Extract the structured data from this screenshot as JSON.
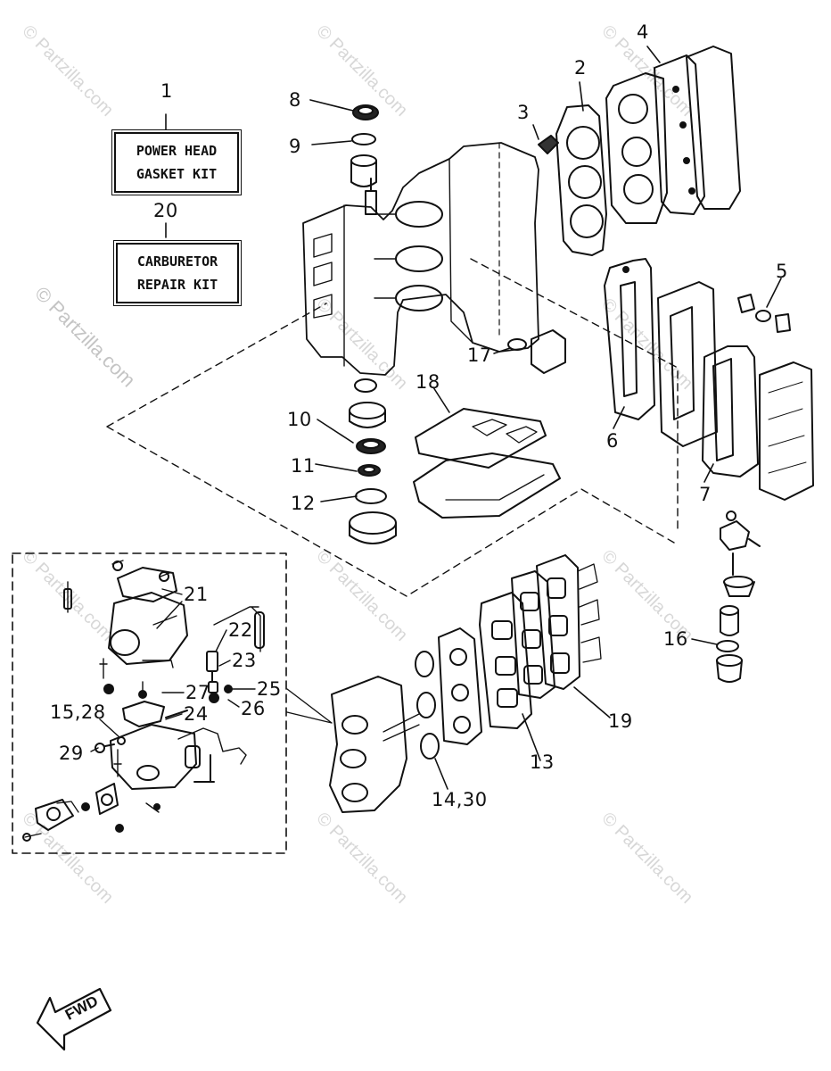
{
  "kits": [
    {
      "callout": "1",
      "lines": [
        "POWER HEAD",
        "GASKET KIT"
      ]
    },
    {
      "callout": "20",
      "lines": [
        "CARBURETOR",
        "REPAIR KIT"
      ]
    }
  ],
  "callouts": [
    "2",
    "3",
    "4",
    "5",
    "6",
    "7",
    "8",
    "9",
    "10",
    "11",
    "12",
    "13",
    "14,30",
    "15,28",
    "16",
    "17",
    "18",
    "19",
    "21",
    "22",
    "23",
    "24",
    "25",
    "26",
    "27",
    "29"
  ],
  "watermark": "© Partzilla.com",
  "direction_label": "FWD",
  "colors": {
    "ink": "#111111",
    "watermark": "#d7d7d7",
    "background": "#ffffff"
  }
}
